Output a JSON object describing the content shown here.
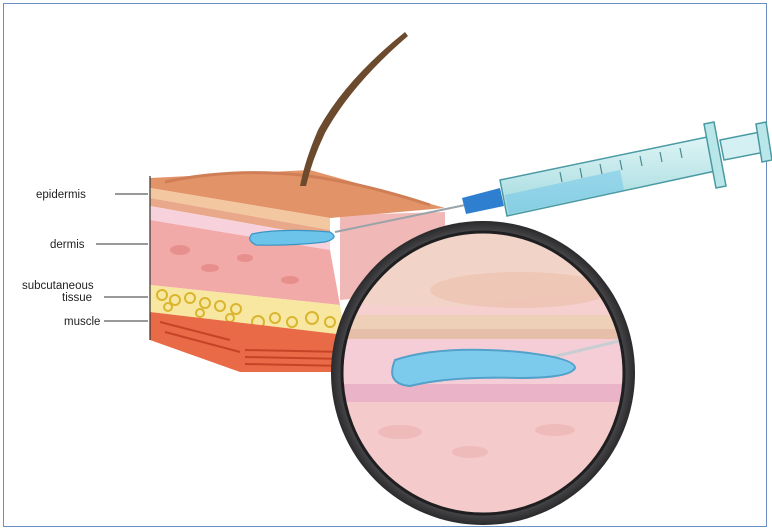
{
  "labels": {
    "epidermis": "epidermis",
    "dermis": "dermis",
    "subcutaneous_line1": "subcutaneous",
    "subcutaneous_line2": "tissue",
    "muscle": "muscle"
  },
  "colors": {
    "frame_border": "#6b8fc4",
    "epidermis_top": "#d98a5e",
    "dermis": "#f2b3b0",
    "fat": "#f5df7a",
    "muscle": "#e05a3a",
    "injected_fluid": "#6cc4ea",
    "syringe_barrel": "#b9e6e8",
    "needle_hub": "#2f7fd0",
    "hair": "#6b4a2e",
    "magnifier_rim": "#3b3b3d"
  },
  "icons": {
    "syringe": "syringe-icon",
    "magnifier": "magnifying-glass-icon",
    "hair": "hair-strand-icon"
  }
}
